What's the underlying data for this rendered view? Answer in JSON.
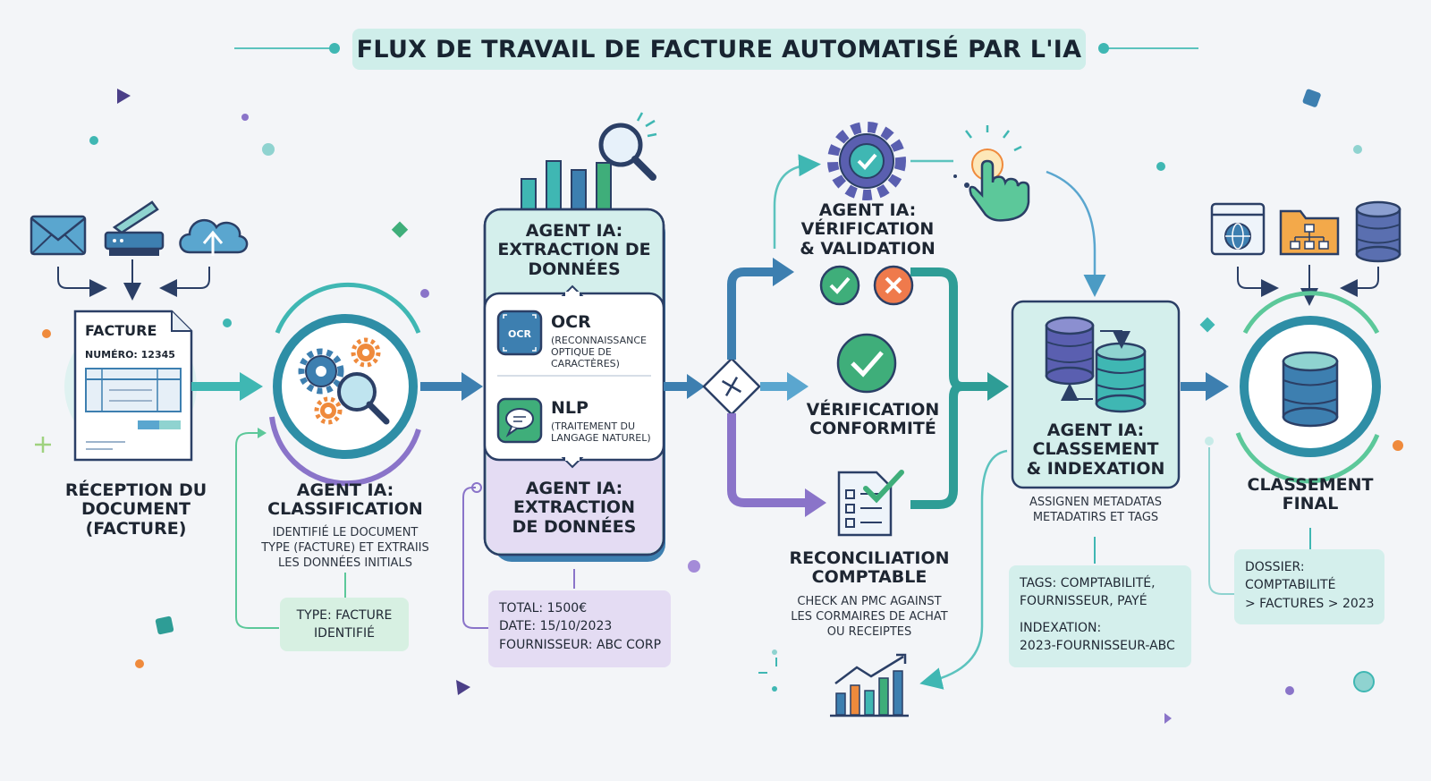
{
  "title": "FLUX DE TRAVAIL DE FACTURE AUTOMATISÉ PAR L'IA",
  "reception": {
    "doc_title": "FACTURE",
    "doc_number": "NUMÉRO: 12345",
    "label_line1": "RÉCEPTION DU",
    "label_line2": "DOCUMENT",
    "label_line3": "(FACTURE)"
  },
  "classification": {
    "title_line1": "AGENT IA:",
    "title_line2": "CLASSIFICATION",
    "desc_line1": "IDENTIFIÉ LE DOCUMENT",
    "desc_line2": "TYPE (FACTURE) ET EXTRAIIS",
    "desc_line3": "LES DONNÉES INITIALS",
    "tag_line1": "TYPE: FACTURE",
    "tag_line2": "IDENTIFIÉ"
  },
  "extraction": {
    "top_title_line1": "AGENT IA:",
    "top_title_line2": "EXTRACTION DE",
    "top_title_line3": "DONNÉES",
    "ocr_icon_text": "OCR",
    "ocr_title": "OCR",
    "ocr_desc_line1": "(RECONNAISSANCE",
    "ocr_desc_line2": "OPTIQUE DE",
    "ocr_desc_line3": "CARACTÈRES)",
    "nlp_title": "NLP",
    "nlp_desc_line1": "(TRAITEMENT DU",
    "nlp_desc_line2": "LANGAGE NATUREL)",
    "bottom_title_line1": "AGENT IA:",
    "bottom_title_line2": "EXTRACTION",
    "bottom_title_line3": "DE DONNÉES",
    "tag_total": "TOTAL: 1500€",
    "tag_date": "DATE: 15/10/2023",
    "tag_supplier": "FOURNISSEUR: ABC CORP"
  },
  "verification": {
    "title_line1": "AGENT IA:",
    "title_line2": "VÉRIFICATION",
    "title_line3": "& VALIDATION",
    "conformity_line1": "VÉRIFICATION",
    "conformity_line2": "CONFORMITÉ",
    "reconciliation_line1": "RECONCILIATION",
    "reconciliation_line2": "COMPTABLE",
    "reconciliation_desc_line1": "CHECK AN PMC AGAINST",
    "reconciliation_desc_line2": "LES CORMAIRES DE ACHAT",
    "reconciliation_desc_line3": "OU RECEIPTES"
  },
  "indexing": {
    "title_line1": "AGENT IA:",
    "title_line2": "CLASSEMENT",
    "title_line3": "& INDEXATION",
    "desc_line1": "ASSIGNEN METADATAS",
    "desc_line2": "METADATIRS ET TAGS",
    "tag_line1": "TAGS: COMPTABILITÉ,",
    "tag_line2": "FOURNISSEUR, PAYÉ",
    "tag_line3": "INDEXATION:",
    "tag_line4": "2023-FOURNISSEUR-ABC"
  },
  "final": {
    "title_line1": "CLASSEMENT",
    "title_line2": "FINAL",
    "tag_line1": "DOSSIER:",
    "tag_line2": "COMPTABILITÉ",
    "tag_line3": "> FACTURES > 2023"
  },
  "colors": {
    "background": "#f3f5f8",
    "teal": "#3fb7b3",
    "blue": "#3d7fb0",
    "navy": "#2b3f66",
    "purple": "#8a74c9",
    "green": "#3fae7a",
    "orange": "#ef8a3c",
    "red": "#e8623f",
    "mint_panel": "#d4efec",
    "lavender_panel": "#e4dcf3"
  }
}
